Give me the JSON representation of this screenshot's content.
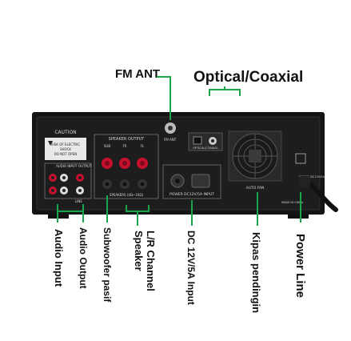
{
  "top_labels": {
    "fm_ant": "FM ANT",
    "optical_coaxial": "Optical/Coaxial"
  },
  "panel": {
    "caution_title": "CAUTION",
    "caution_lines": [
      "RISK OF ELECTRIC",
      "SHOCK",
      "DO NOT OPEN"
    ],
    "audio_input": "AUDIO INPUT",
    "output": "OUTPUT",
    "line": "LINE",
    "speaker_output": "SPEAKER OUTPUT",
    "sub": "SUB",
    "fr": "FR",
    "fl": "FL",
    "speakers_rating": "SPEAKERS (4Ω~16Ω)",
    "fm_ant_panel": "FM ANT",
    "optical_coaxial_panel": "OPTICAL/COAXIAL",
    "power_input": "POWER DC12V/5A INPUT",
    "auto_fan": "AUTO FAN",
    "made_in": "MADE IN CHINA",
    "power_label": "POWER DC12V/5A"
  },
  "bottom_labels": [
    "Audio Input",
    "Audio Output",
    "Subwoofer pasif",
    "L/R Channel Speaker",
    "DC 12V/5A Input",
    "Kipas pendingin",
    "Power Line"
  ],
  "colors": {
    "annotation_line": "#19a64a",
    "panel_body": "#141414",
    "terminal_red": "#c8102e"
  }
}
